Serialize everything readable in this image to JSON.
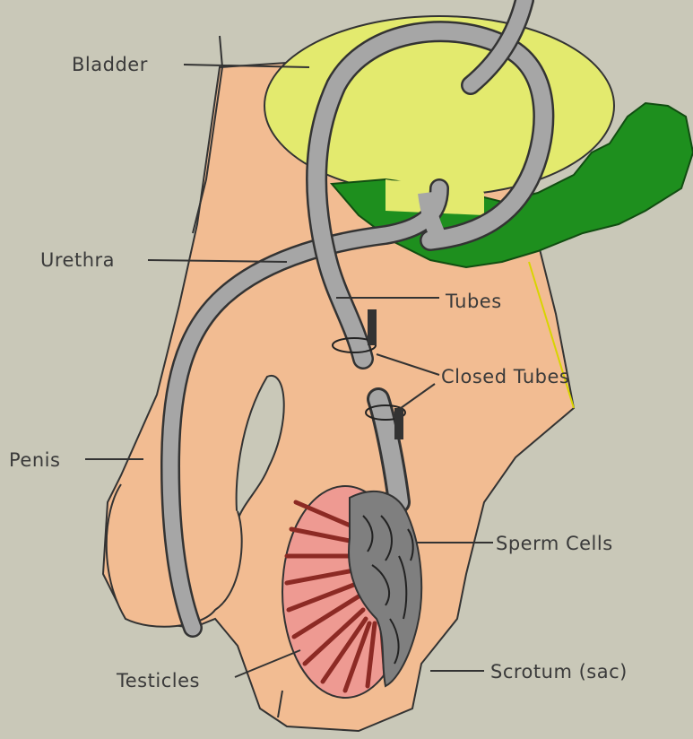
{
  "diagram": {
    "labels": {
      "bladder": "Bladder",
      "urethra": "Urethra",
      "tubes": "Tubes",
      "closed_tubes": "Closed Tubes",
      "penis": "Penis",
      "sperm_cells": "Sperm Cells",
      "testicles": "Testicles",
      "scrotum": "Scrotum (sac)"
    },
    "colors": {
      "background": "#c9c8b8",
      "body": "#f2bc92",
      "bladder": "#e3ea6e",
      "gland": "#1e8f1e",
      "tube": "#a6a6a6",
      "testicle": "#ee9a92",
      "tubule": "#8c2a24"
    }
  }
}
